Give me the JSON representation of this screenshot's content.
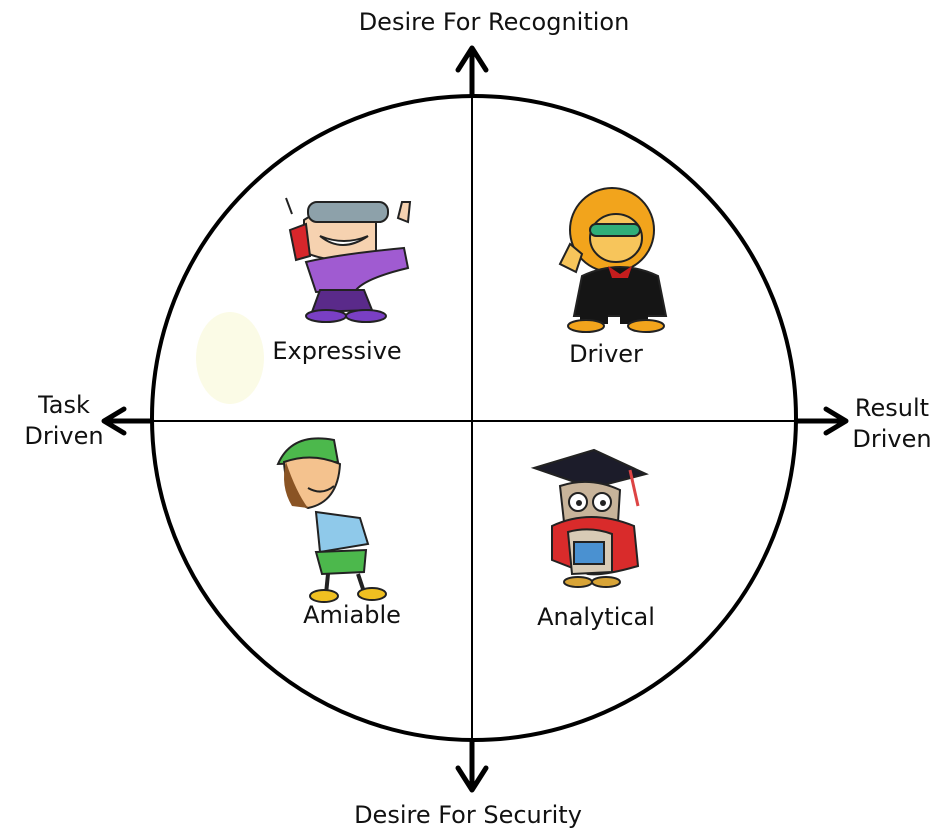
{
  "axes": {
    "top": "Desire For Recognition",
    "bottom": "Desire For Security",
    "left_line1": "Task",
    "left_line2": "Driven",
    "right_line1": "Result",
    "right_line2": "Driven"
  },
  "quadrants": {
    "top_left": {
      "label": "Expressive",
      "icon": "expressive-character-icon"
    },
    "top_right": {
      "label": "Driver",
      "icon": "lion-driver-icon"
    },
    "bottom_left": {
      "label": "Amiable",
      "icon": "amiable-boy-icon"
    },
    "bottom_right": {
      "label": "Analytical",
      "icon": "owl-analytical-icon"
    }
  },
  "colors": {
    "line": "#000000",
    "background": "#ffffff"
  }
}
